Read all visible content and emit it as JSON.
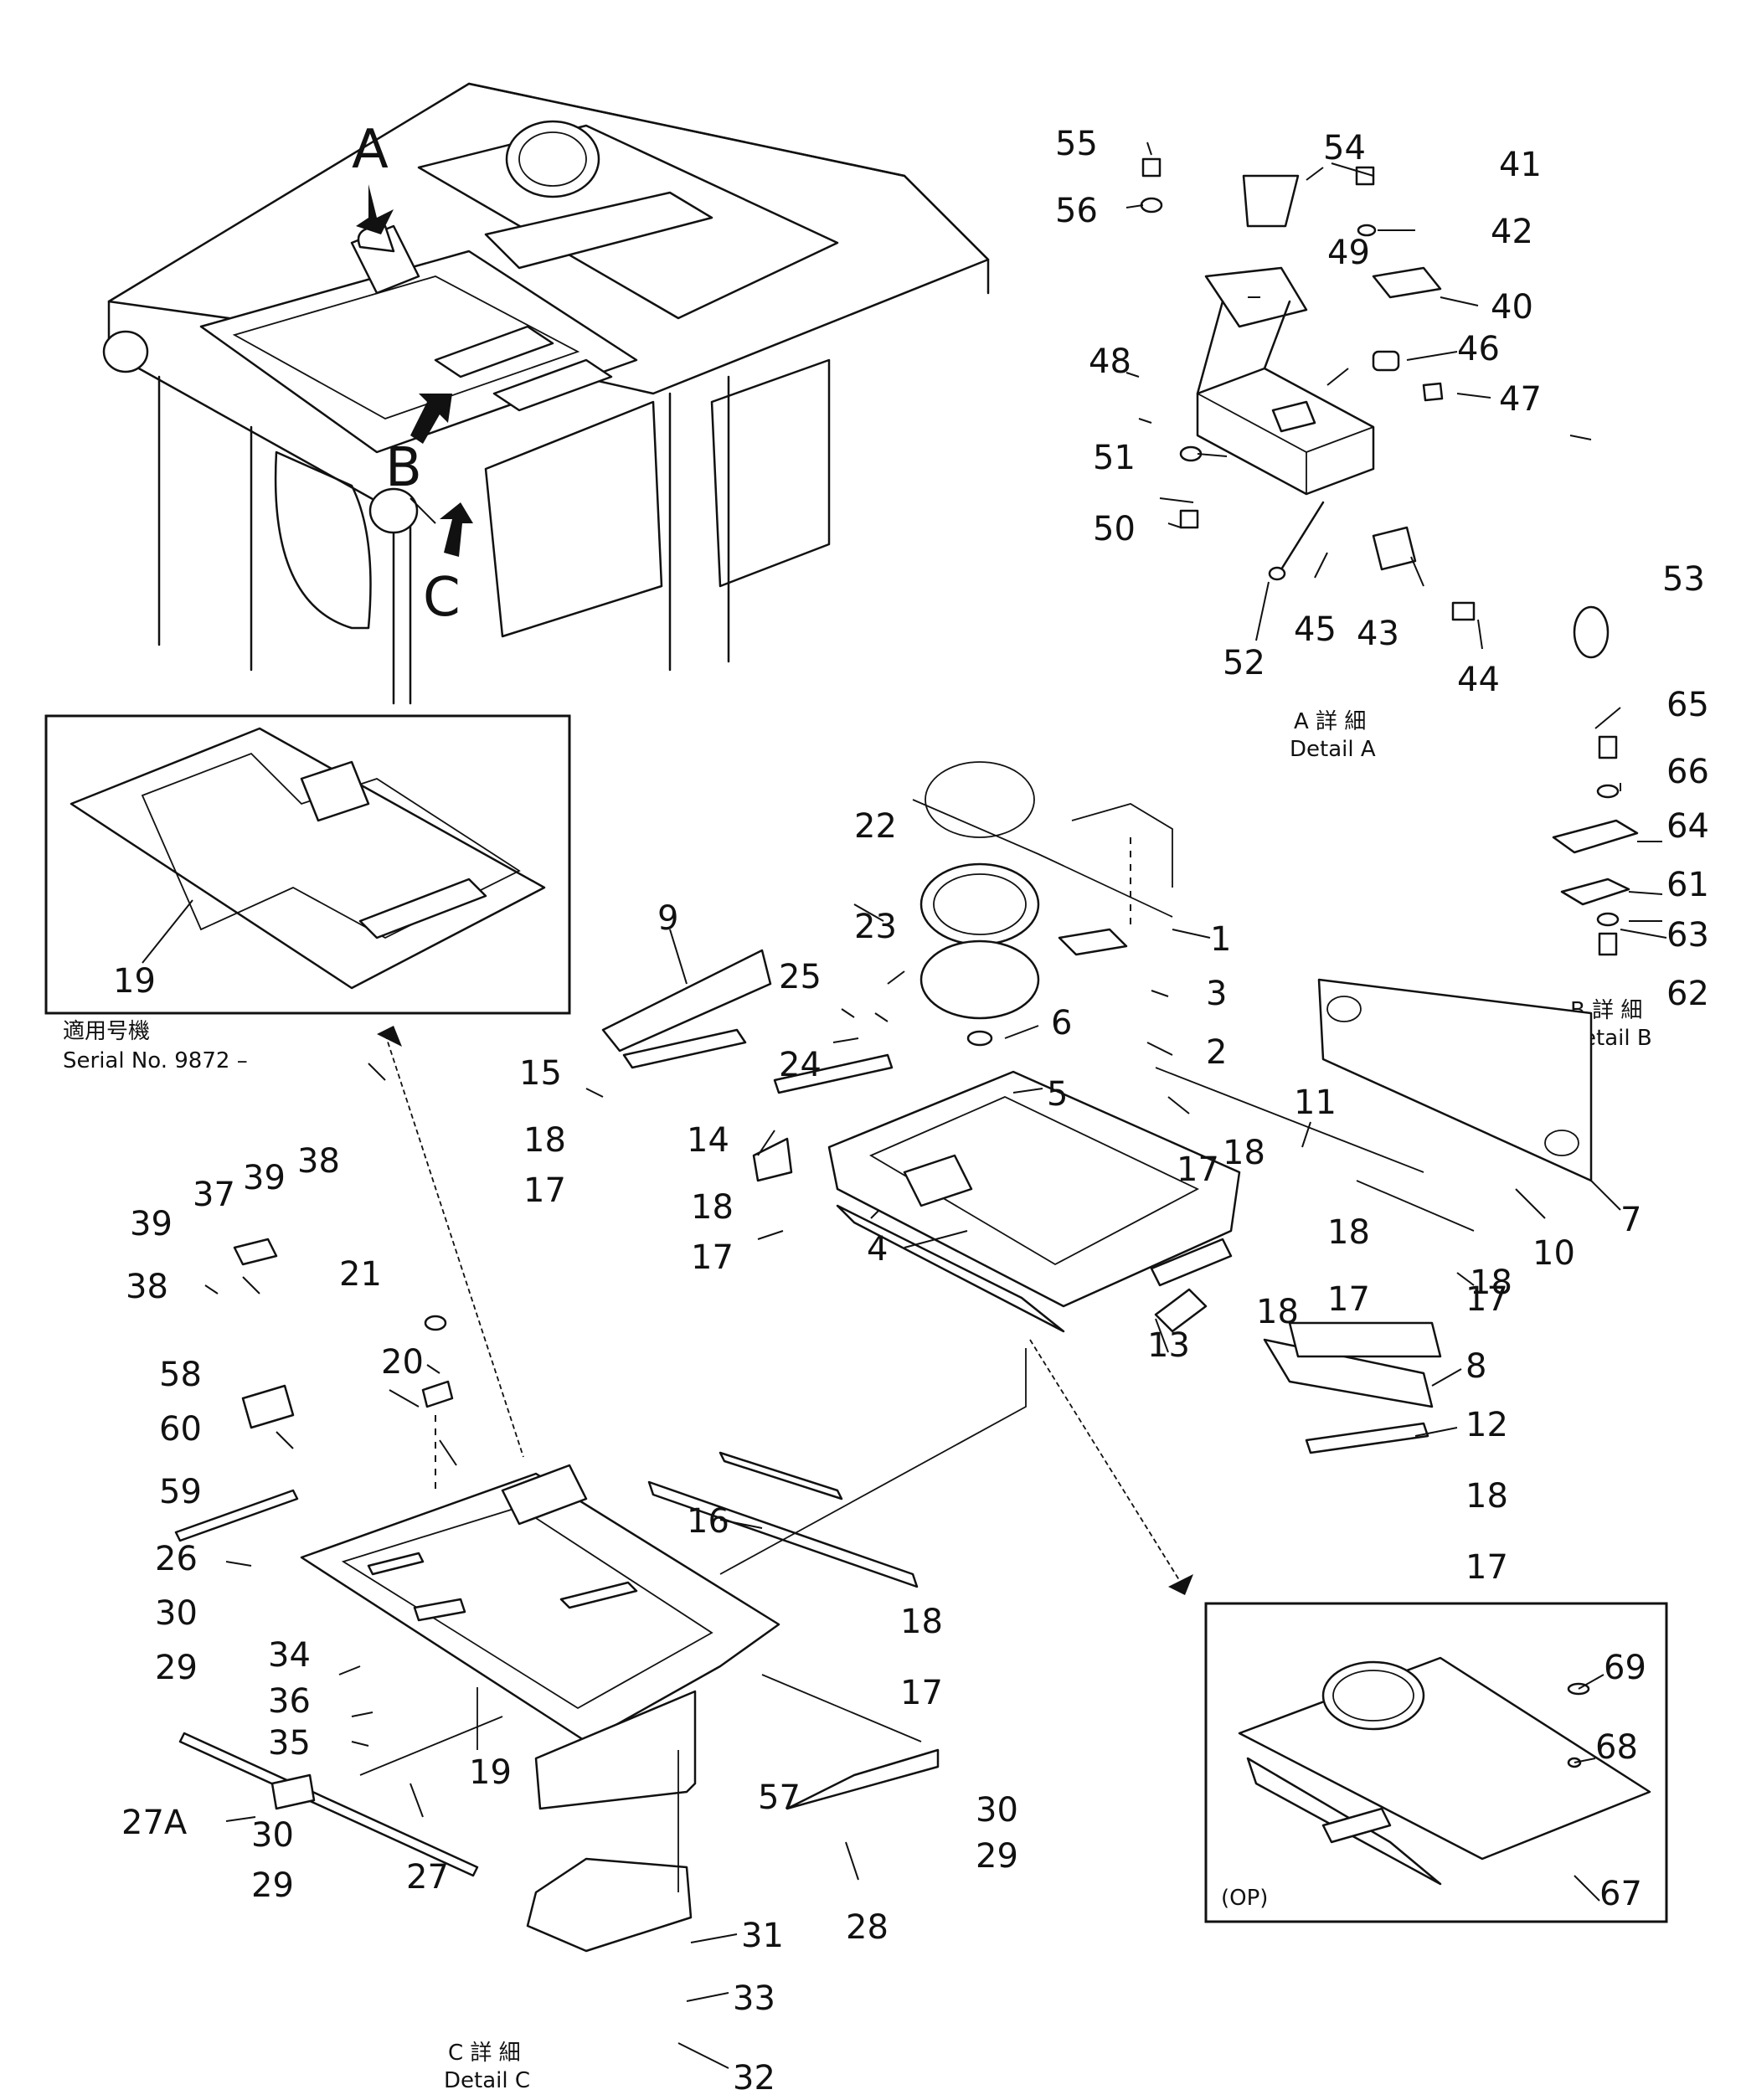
{
  "view_labels": {
    "a": "A",
    "b": "B",
    "c": "C"
  },
  "captions": {
    "detail_a_jp": "A 詳 細",
    "detail_a_en": "Detail A",
    "detail_b_jp": "B 詳 細",
    "detail_b_en": "Detail B",
    "detail_c_jp": "C 詳 細",
    "detail_c_en": "Detail C",
    "serial_jp": "適用号機",
    "serial_en": "Serial No. 9872 –",
    "op": "(OP)"
  },
  "callouts": [
    "1",
    "2",
    "3",
    "4",
    "5",
    "6",
    "7",
    "8",
    "9",
    "10",
    "11",
    "12",
    "13",
    "14",
    "15",
    "16",
    "17",
    "18",
    "18",
    "18",
    "17",
    "17",
    "18",
    "17",
    "18",
    "18",
    "17",
    "18",
    "17",
    "18",
    "17",
    "19",
    "19",
    "20",
    "21",
    "22",
    "23",
    "24",
    "25",
    "26",
    "27",
    "27A",
    "28",
    "29",
    "29",
    "29",
    "30",
    "30",
    "30",
    "31",
    "32",
    "33",
    "34",
    "35",
    "36",
    "37",
    "38",
    "38",
    "39",
    "39",
    "40",
    "41",
    "42",
    "43",
    "44",
    "45",
    "46",
    "47",
    "48",
    "49",
    "50",
    "51",
    "52",
    "53",
    "54",
    "55",
    "56",
    "57",
    "58",
    "59",
    "60",
    "61",
    "62",
    "63",
    "64",
    "65",
    "66",
    "67",
    "68",
    "69"
  ]
}
